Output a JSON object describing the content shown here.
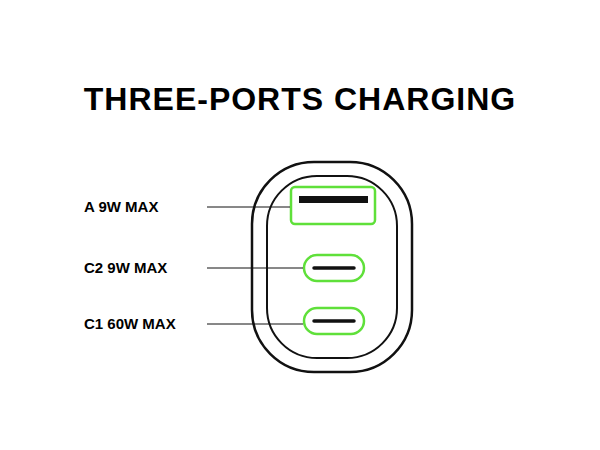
{
  "diagram": {
    "title": "THREE-PORTS CHARGING",
    "labels": [
      "A 9W MAX",
      "C2 9W MAX",
      "C1 60W MAX"
    ]
  }
}
